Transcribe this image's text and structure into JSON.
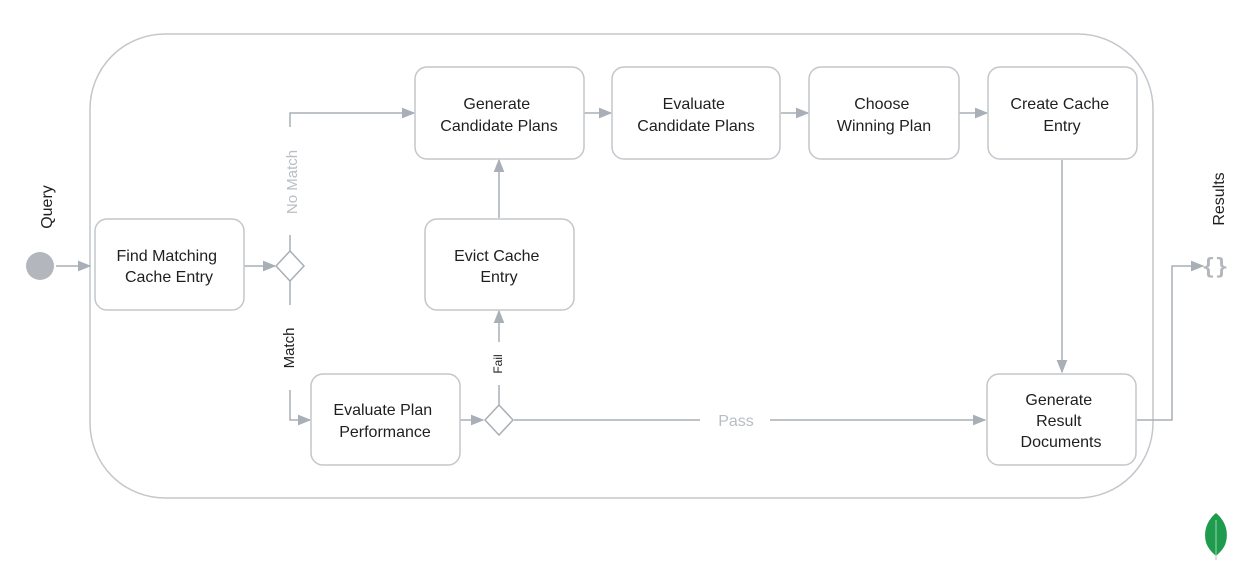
{
  "diagram": {
    "start_label": "Query",
    "end_label": "Results",
    "end_icon": "{}",
    "logo": "leaf-logo",
    "colors": {
      "line": "#a9afb6",
      "box_border": "#c3c7cc",
      "text": "#1f1f1f",
      "muted_label": "#b9bec4",
      "start_dot": "#b3b7bd",
      "logo_green": "#1f9b4e"
    },
    "nodes": {
      "find_matching": [
        "Find Matching",
        "Cache Entry"
      ],
      "generate_candidate": [
        "Generate",
        "Candidate Plans"
      ],
      "evaluate_candidate": [
        "Evaluate",
        "Candidate Plans"
      ],
      "choose_winning": [
        "Choose",
        "Winning Plan"
      ],
      "create_cache": [
        "Create Cache",
        "Entry"
      ],
      "evict_cache": [
        "Evict Cache",
        "Entry"
      ],
      "evaluate_plan": [
        "Evaluate Plan",
        "Performance"
      ],
      "generate_result": [
        "Generate",
        "Result",
        "Documents"
      ]
    },
    "edge_labels": {
      "no_match": "No Match",
      "match": "Match",
      "fail": "Fail",
      "pass": "Pass"
    }
  }
}
